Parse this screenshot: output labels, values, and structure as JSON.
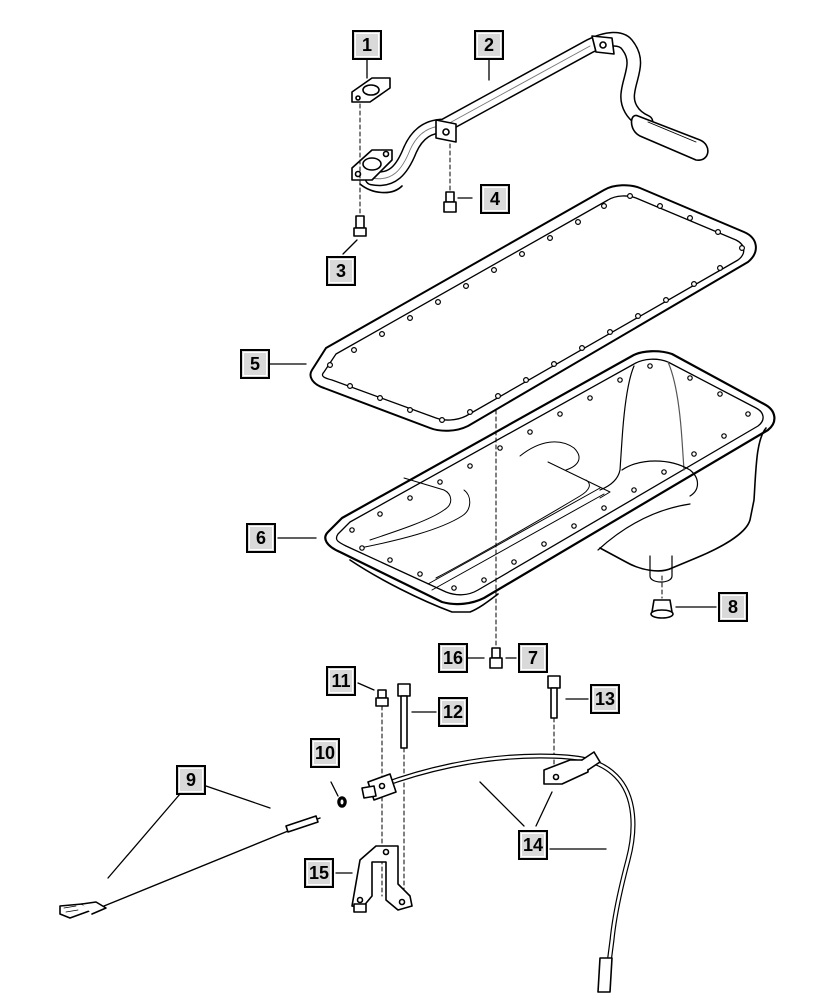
{
  "diagram": {
    "callouts": [
      {
        "id": "c1",
        "label": "1"
      },
      {
        "id": "c2",
        "label": "2"
      },
      {
        "id": "c3",
        "label": "3"
      },
      {
        "id": "c4",
        "label": "4"
      },
      {
        "id": "c5",
        "label": "5"
      },
      {
        "id": "c6",
        "label": "6"
      },
      {
        "id": "c7",
        "label": "7"
      },
      {
        "id": "c8",
        "label": "8"
      },
      {
        "id": "c9",
        "label": "9"
      },
      {
        "id": "c10",
        "label": "10"
      },
      {
        "id": "c11",
        "label": "11"
      },
      {
        "id": "c12",
        "label": "12"
      },
      {
        "id": "c13",
        "label": "13"
      },
      {
        "id": "c14",
        "label": "14"
      },
      {
        "id": "c15",
        "label": "15"
      },
      {
        "id": "c16",
        "label": "16"
      }
    ],
    "colors": {
      "line": "#000000",
      "box_fill": "#d9d9d9",
      "shade": "#bdbdbd"
    }
  }
}
